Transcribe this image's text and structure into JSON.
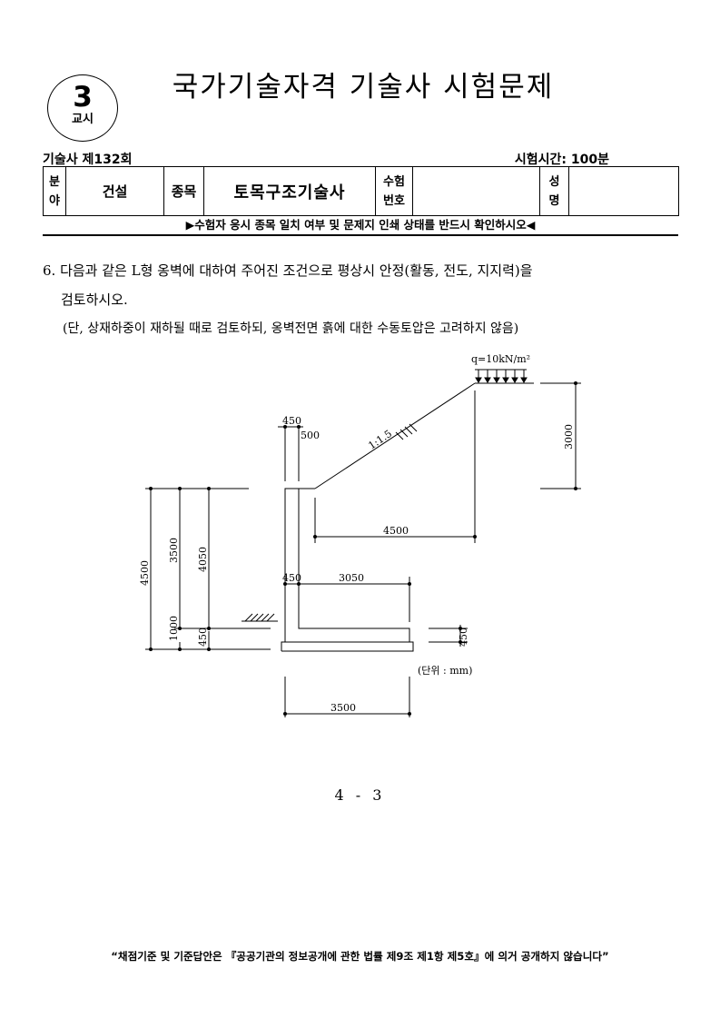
{
  "header": {
    "session_number": "3",
    "session_label": "교시",
    "title": "국가기술자격 기술사 시험문제",
    "exam_round": "기술사   제132회",
    "exam_time": "시험시간: 100분"
  },
  "info_table": {
    "field_label_1": "분",
    "field_label_2": "야",
    "field_value": "건설",
    "category_label": "종목",
    "category_value": "토목구조기술사",
    "exam_no_label_1": "수험",
    "exam_no_label_2": "번호",
    "exam_no_value": "",
    "name_label_1": "성",
    "name_label_2": "명",
    "name_value": ""
  },
  "notice": "▶수험자 응시 종목 일치 여부 및 문제지 인쇄 상태를 반드시 확인하시오◀",
  "question": {
    "line1": "6. 다음과 같은 L형 옹벽에 대하여 주어진 조건으로 평상시 안정(활동, 전도, 지지력)을",
    "line2": "검토하시오.",
    "line3": "(단, 상재하중이 재하될 때로 검토하되, 옹벽전면 흙에 대한 수동토압은 고려하지 않음)"
  },
  "figure": {
    "load_label": "q=10kN/m²",
    "slope_label": "1:1.5",
    "dims": {
      "d450_top": "450",
      "d500": "500",
      "d3000": "3000",
      "d4500_horiz": "4500",
      "d4500_vert": "4500",
      "d3500_vert": "3500",
      "d4050": "4050",
      "d450_stem": "450",
      "d3050": "3050",
      "d1000": "1000",
      "d450_left": "450",
      "d450_right": "450",
      "d3500_base": "3500"
    },
    "unit_label": "(단위 : mm)"
  },
  "page_number": "4 - 3",
  "footer": "“채점기준 및 기준답안은 『공공기관의 정보공개에 관한 법률 제9조 제1항 제5호』에 의거 공개하지 않습니다”"
}
